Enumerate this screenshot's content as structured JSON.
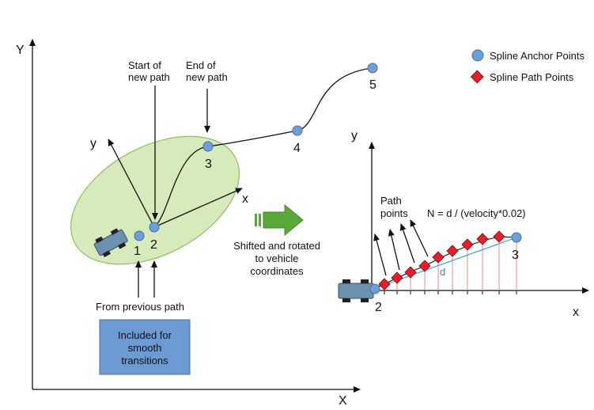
{
  "legend": {
    "anchor_label": "Spline Anchor Points",
    "path_label": "Spline Path Points",
    "anchor_color": "#6d9fd8",
    "path_color": "#e0202a"
  },
  "left_view": {
    "axis_x": "X",
    "axis_y": "Y",
    "local_x": "x",
    "local_y": "y",
    "start_label": [
      "Start of",
      "new path"
    ],
    "end_label": [
      "End of",
      "new path"
    ],
    "anchors": [
      "1",
      "2",
      "3",
      "4",
      "5"
    ],
    "from_previous": "From previous path",
    "included_box": [
      "Included for",
      "smooth",
      "transitions"
    ],
    "ellipse_color": "#cfe6b0",
    "box_color": "#6d9ad2"
  },
  "transform": {
    "caption": [
      "Shifted and rotated",
      "to vehicle",
      "coordinates"
    ],
    "arrow_color": "#5aa83a"
  },
  "right_view": {
    "axis_x": "x",
    "axis_y": "y",
    "path_points": [
      "Path",
      "points"
    ],
    "formula": "N = d / (velocity*0.02)",
    "distance": "d",
    "anchors": [
      "2",
      "3"
    ]
  }
}
